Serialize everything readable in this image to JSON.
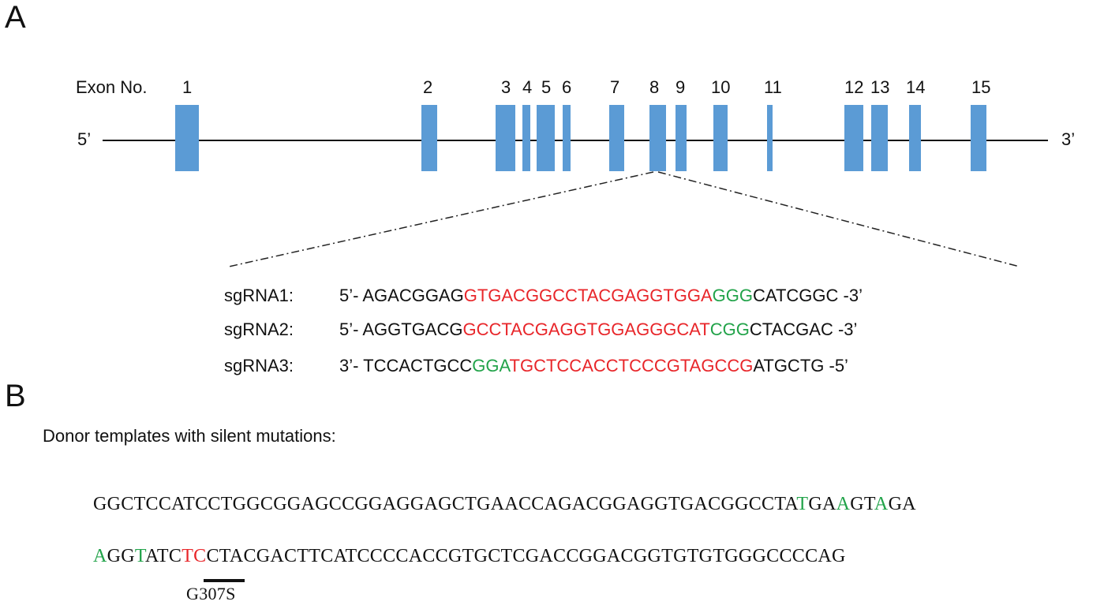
{
  "panelA": {
    "label": "A",
    "exon_no_label": "Exon No.",
    "five_prime": "5’",
    "three_prime": "3’",
    "exon_color": "#5b9bd5",
    "exons": [
      "1",
      "2",
      "3",
      "4",
      "5",
      "6",
      "7",
      "8",
      "9",
      "10",
      "11",
      "12",
      "13",
      "14",
      "15"
    ],
    "sgrnas": [
      {
        "name": "sgRNA1:",
        "lead": "5’-",
        "parts": [
          [
            "AGACGGAG",
            "black"
          ],
          [
            "GTGACGGCCTACGAGGTGGA",
            "red"
          ],
          [
            "GGG",
            "green"
          ],
          [
            "CATCGGC",
            "black"
          ]
        ],
        "tail": "-3’"
      },
      {
        "name": "sgRNA2:",
        "lead": "5’-",
        "parts": [
          [
            "AGGTGACG",
            "black"
          ],
          [
            "GCCTACGAGGTGGAGGGCAT",
            "red"
          ],
          [
            "CGG",
            "green"
          ],
          [
            "CTACGAC",
            "black"
          ]
        ],
        "tail": "-3’"
      },
      {
        "name": "sgRNA3:",
        "lead": "3’-",
        "parts": [
          [
            "TCCACTGCC",
            "black"
          ],
          [
            "GGA",
            "green"
          ],
          [
            "TGCTCCACCTCCCGTAGCCG",
            "red"
          ],
          [
            "ATGCTG",
            "black"
          ]
        ],
        "tail": "-5’"
      }
    ]
  },
  "panelB": {
    "label": "B",
    "title": "Donor templates with silent mutations:",
    "line1": [
      [
        "GGCTCCATCCTGGCGGAGCCGGAGGAGCTGAACCAGACGGAGGTGACGGCCTA",
        "black"
      ],
      [
        "T",
        "green"
      ],
      [
        "GA",
        "black"
      ],
      [
        "A",
        "green"
      ],
      [
        "GT",
        "black"
      ],
      [
        "A",
        "green"
      ],
      [
        "GA",
        "black"
      ]
    ],
    "line2": [
      [
        "A",
        "green"
      ],
      [
        "GG",
        "black"
      ],
      [
        "T",
        "green"
      ],
      [
        "ATC",
        "black"
      ],
      [
        "TC",
        "red"
      ],
      [
        "CTACGACTTCATCCCCACCGTGCTCGACCGGACGGTGTGTGGGCCCCAG",
        "black"
      ]
    ],
    "mutation_label": "G307S"
  }
}
